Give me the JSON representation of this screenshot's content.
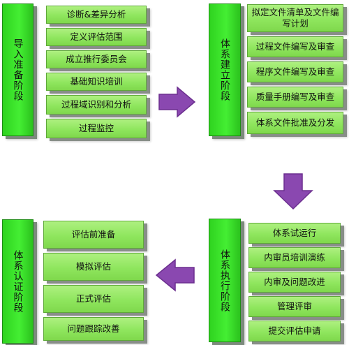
{
  "phases": [
    {
      "title": "导入准备阶段",
      "steps": [
        "诊断&差异分析",
        "定义评估范围",
        "成立推行委员会",
        "基础知识培训",
        "过程域识别和分析",
        "过程监控"
      ]
    },
    {
      "title": "体系建立阶段",
      "steps": [
        "拟定文件清单及文件编写计划",
        "过程文件编写及审查",
        "程序文件编写及审查",
        "质量手册编写及审查",
        "体系文件批准及分发"
      ]
    },
    {
      "title": "体系执行阶段",
      "steps": [
        "体系试运行",
        "内审员培训演练",
        "内审及问题改进",
        "管理评审",
        "提交评估申请"
      ]
    },
    {
      "title": "体系认证阶段",
      "steps": [
        "评估前准备",
        "模拟评估",
        "正式评估",
        "问题跟踪改善"
      ]
    }
  ],
  "colors": {
    "phase_column": "#3ee02c",
    "step_box": "#94e666",
    "arrow": "#8a48b0"
  }
}
